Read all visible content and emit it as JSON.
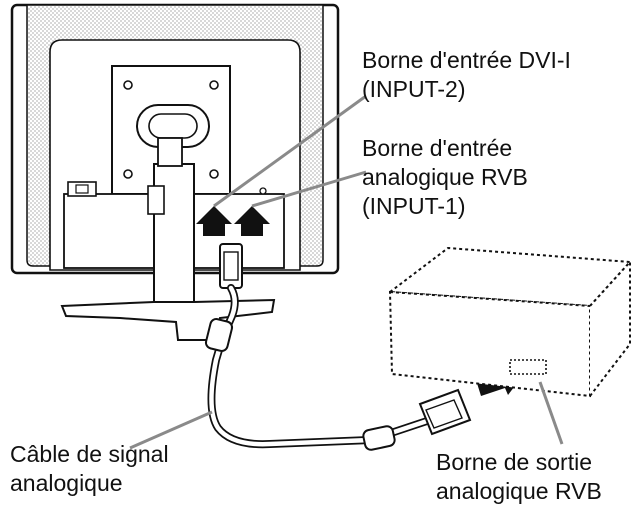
{
  "labels": {
    "dvi_input": {
      "line1": "Borne d'entrée DVI-I",
      "line2": "(INPUT-2)"
    },
    "rgb_input": {
      "line1": "Borne d'entrée",
      "line2": "analogique RVB",
      "line3": "(INPUT-1)"
    },
    "signal_cable": {
      "line1": "Câble de signal",
      "line2": "analogique"
    },
    "rgb_output": {
      "line1": "Borne de sortie",
      "line2": "analogique RVB"
    }
  },
  "colors": {
    "line": "#111111",
    "leader": "#8a8a8a",
    "fill": "#ffffff",
    "stipple": "#bdbdbd"
  }
}
